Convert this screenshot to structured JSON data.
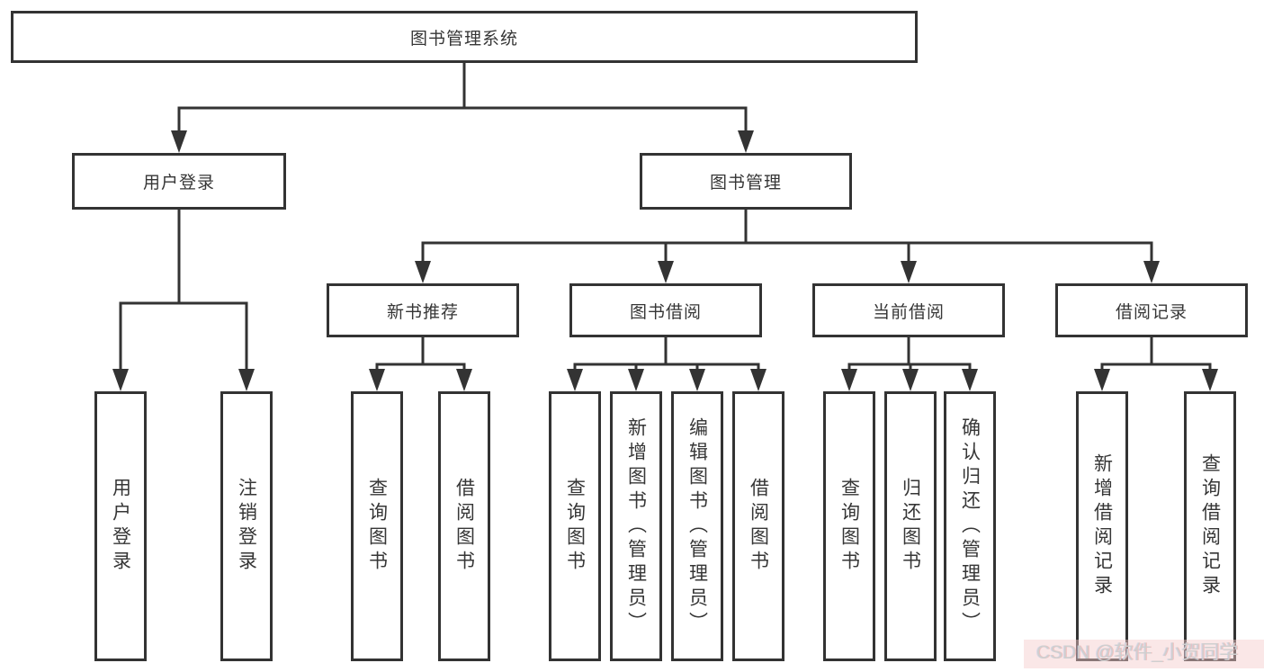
{
  "tree": {
    "root": {
      "label": "图书管理系统"
    },
    "level2": [
      {
        "label": "用户登录"
      },
      {
        "label": "图书管理"
      }
    ],
    "level3": [
      {
        "label": "新书推荐"
      },
      {
        "label": "图书借阅"
      },
      {
        "label": "当前借阅"
      },
      {
        "label": "借阅记录"
      }
    ],
    "leaves": {
      "user_login": [
        "用户登录",
        "注销登录"
      ],
      "new_book": [
        "查询图书",
        "借阅图书"
      ],
      "book_borrow": [
        "查询图书",
        "新增图书（管理员）",
        "编辑图书（管理员）",
        "借阅图书"
      ],
      "current_borrow": [
        "查询图书",
        "归还图书",
        "确认归还（管理员）"
      ],
      "borrow_record": [
        "新增借阅记录",
        "查询借阅记录"
      ]
    }
  },
  "watermark": {
    "text": "CSDN @软件_小贺同学",
    "text_color": "#cfcfcf",
    "band_color": "#f4c9c9"
  },
  "colors": {
    "line": "#333333",
    "box_border": "#333333",
    "text": "#363636",
    "background": "#ffffff"
  }
}
